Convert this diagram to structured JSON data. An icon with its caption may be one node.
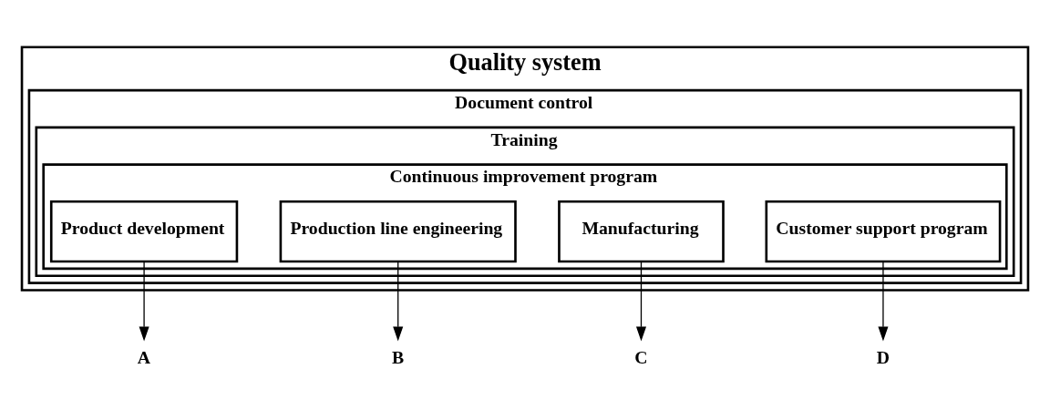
{
  "diagram": {
    "nodes": [
      {
        "text": [
          "Quality system"
        ]
      },
      {
        "text": [
          "Document control"
        ],
        "in": 0
      },
      {
        "text": [
          "Training"
        ],
        "in": 1
      },
      {
        "text": [
          "Continuous improvement program"
        ],
        "in": 2
      },
      {
        "text": [
          "Product development"
        ],
        "in": 3
      },
      {
        "text": [
          "Production line engineering"
        ],
        "in": 3
      },
      {
        "text": [
          "Manufacturing"
        ],
        "in": 3
      },
      {
        "text": [
          "Customer support program"
        ],
        "in": 3
      },
      {
        "text": [
          "A"
        ]
      },
      {
        "text": [
          "B"
        ]
      },
      {
        "text": [
          "C"
        ]
      },
      {
        "text": [
          "D"
        ]
      }
    ],
    "edges": [
      {
        "from": 4,
        "to": 8,
        "arrow": "to"
      },
      {
        "from": 5,
        "to": 9,
        "arrow": "to"
      },
      {
        "from": 6,
        "to": 10,
        "arrow": "to"
      },
      {
        "from": 7,
        "to": 11,
        "arrow": "to"
      }
    ]
  }
}
